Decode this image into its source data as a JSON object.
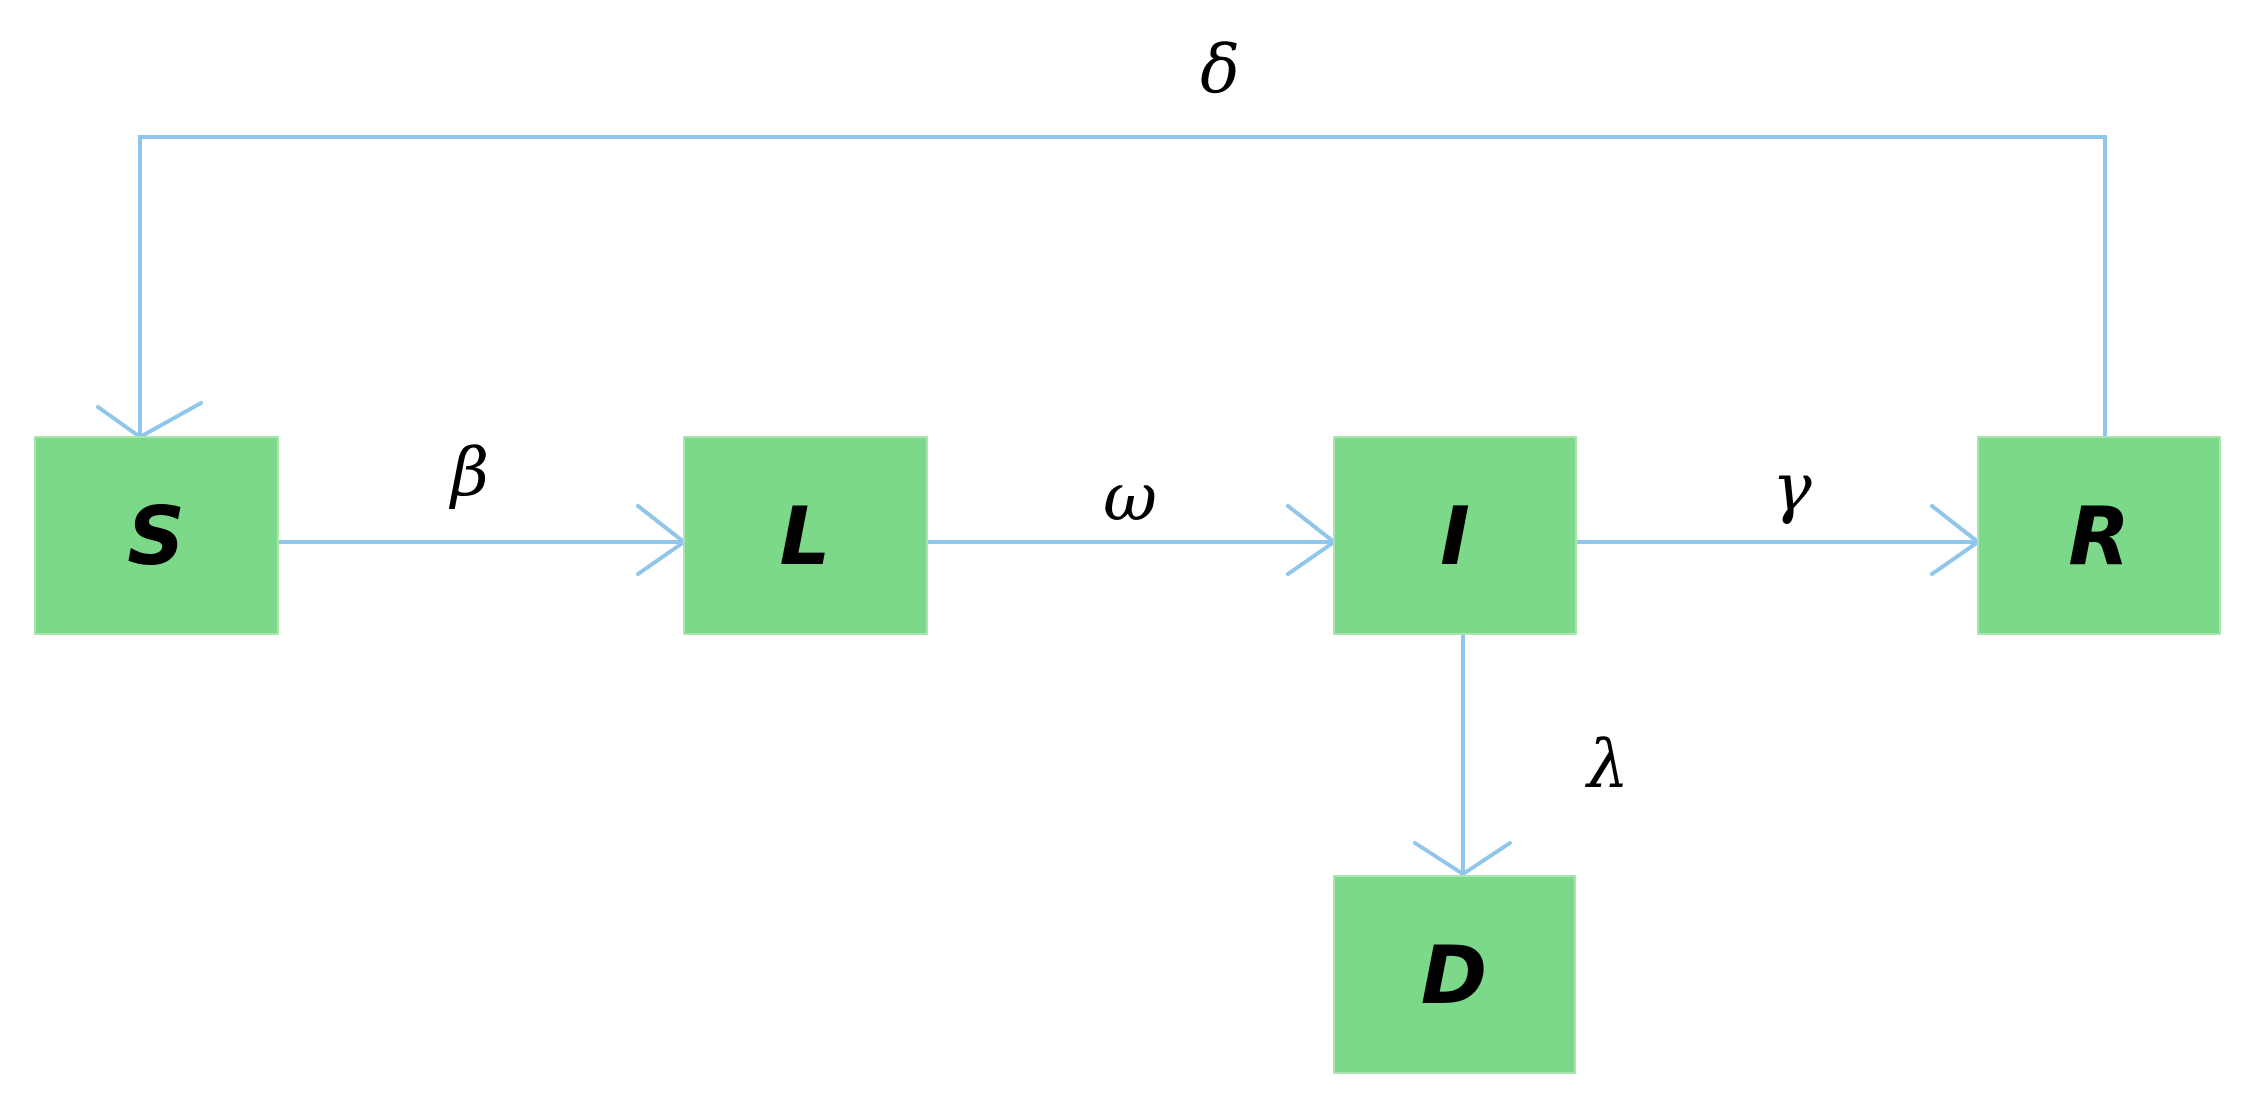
{
  "diagram": {
    "nodes": {
      "S": {
        "label": "S",
        "color": "#7dd98a"
      },
      "L": {
        "label": "L",
        "color": "#7dd98a"
      },
      "I": {
        "label": "I",
        "color": "#7dd98a"
      },
      "R": {
        "label": "R",
        "color": "#7dd98a"
      },
      "D": {
        "label": "D",
        "color": "#7dd98a"
      }
    },
    "edges": {
      "s_to_l": {
        "from": "S",
        "to": "L",
        "label": "β"
      },
      "l_to_i": {
        "from": "L",
        "to": "I",
        "label": "ω"
      },
      "i_to_r": {
        "from": "I",
        "to": "R",
        "label": "γ"
      },
      "i_to_d": {
        "from": "I",
        "to": "D",
        "label": "λ"
      },
      "r_to_s": {
        "from": "R",
        "to": "S",
        "label": "δ"
      }
    },
    "edge_color": "#8fc6ea"
  }
}
